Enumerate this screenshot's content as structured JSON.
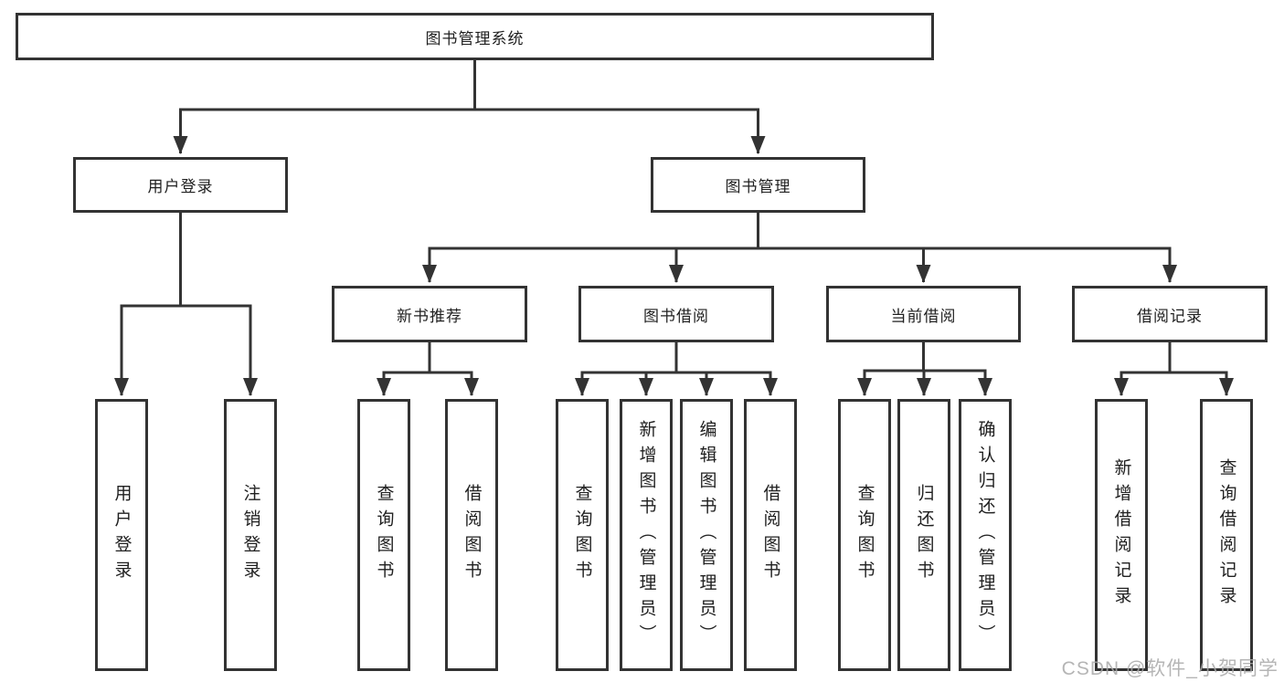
{
  "diagram": {
    "type": "hierarchy-tree",
    "root": {
      "label": "图书管理系统"
    },
    "l2": [
      {
        "label": "用户登录"
      },
      {
        "label": "图书管理"
      }
    ],
    "l3": [
      {
        "label": "新书推荐"
      },
      {
        "label": "图书借阅"
      },
      {
        "label": "当前借阅"
      },
      {
        "label": "借阅记录"
      }
    ],
    "leaves": {
      "user_login": [
        {
          "label": "用户登录"
        },
        {
          "label": "注销登录"
        }
      ],
      "new_book": [
        {
          "label": "查询图书"
        },
        {
          "label": "借阅图书"
        }
      ],
      "book_borrow": [
        {
          "label": "查询图书"
        },
        {
          "label": "新增图书（管理员）"
        },
        {
          "label": "编辑图书（管理员）"
        },
        {
          "label": "借阅图书"
        }
      ],
      "current_borrow": [
        {
          "label": "查询图书"
        },
        {
          "label": "归还图书"
        },
        {
          "label": "确认归还（管理员）"
        }
      ],
      "borrow_record": [
        {
          "label": "新增借阅记录"
        },
        {
          "label": "查询借阅记录"
        }
      ]
    }
  },
  "watermark": "CSDN @软件_小贺同学",
  "colors": {
    "line": "#333333",
    "border": "#333333",
    "text": "#1f1f1f",
    "watermark": "#a9a9a9",
    "background": "#ffffff"
  }
}
